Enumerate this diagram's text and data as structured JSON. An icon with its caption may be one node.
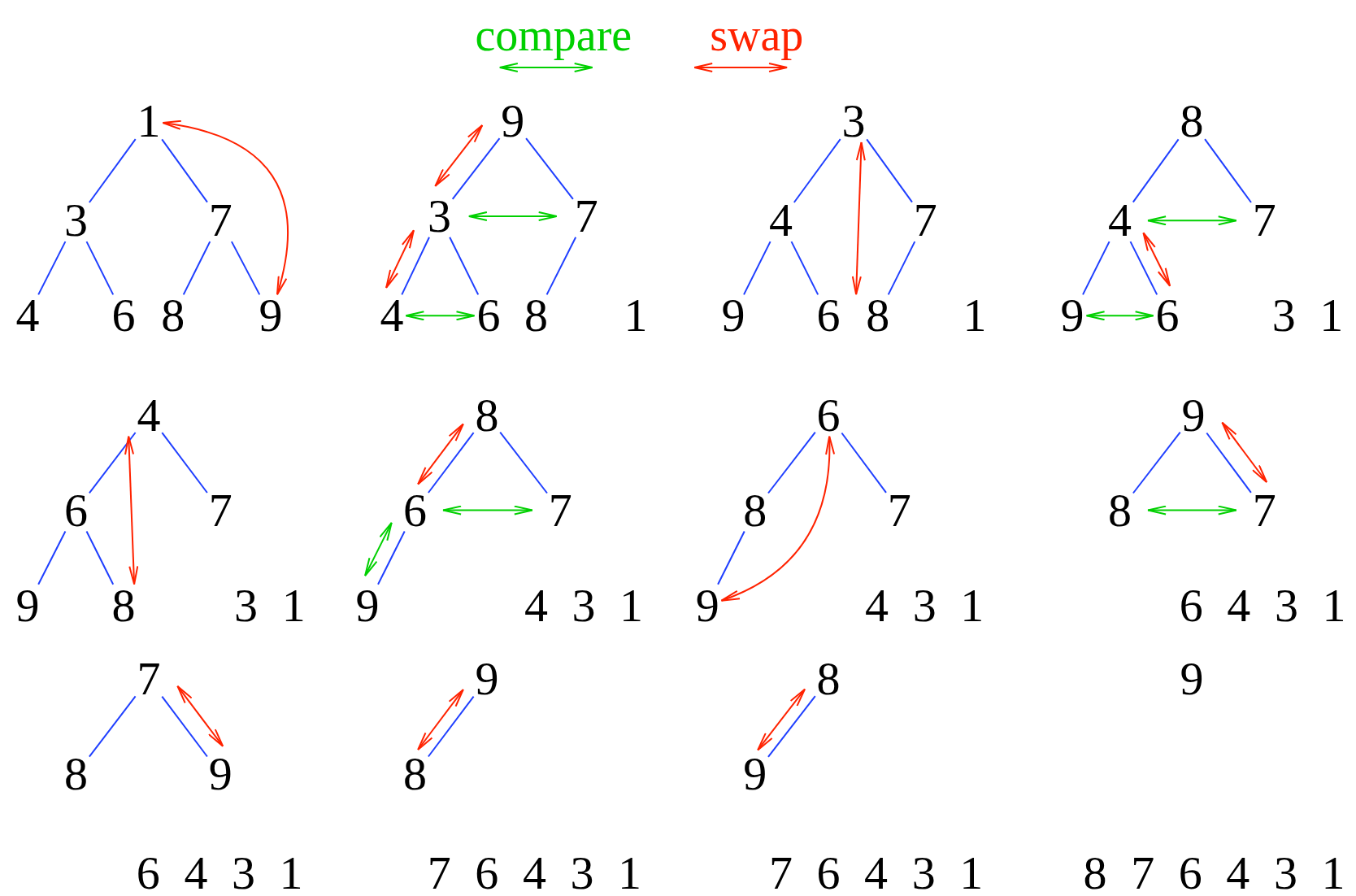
{
  "diagram": {
    "nodes": [
      {
        "text": [
          "1"
        ]
      },
      {
        "text": [
          "3"
        ]
      },
      {
        "text": [
          "7"
        ]
      },
      {
        "text": [
          "4"
        ]
      },
      {
        "text": [
          "6"
        ]
      },
      {
        "text": [
          "8"
        ]
      },
      {
        "text": [
          "9"
        ]
      },
      {
        "text": [
          "9"
        ]
      },
      {
        "text": [
          "3"
        ]
      },
      {
        "text": [
          "7"
        ]
      },
      {
        "text": [
          "4"
        ]
      },
      {
        "text": [
          "6"
        ]
      },
      {
        "text": [
          "8"
        ]
      },
      {
        "text": [
          "3"
        ]
      },
      {
        "text": [
          "4"
        ]
      },
      {
        "text": [
          "7"
        ]
      },
      {
        "text": [
          "9"
        ]
      },
      {
        "text": [
          "6"
        ]
      },
      {
        "text": [
          "8"
        ]
      },
      {
        "text": [
          "8"
        ]
      },
      {
        "text": [
          "4"
        ]
      },
      {
        "text": [
          "7"
        ]
      },
      {
        "text": [
          "9"
        ]
      },
      {
        "text": [
          "6"
        ]
      },
      {
        "text": [
          "4"
        ]
      },
      {
        "text": [
          "6"
        ]
      },
      {
        "text": [
          "7"
        ]
      },
      {
        "text": [
          "9"
        ]
      },
      {
        "text": [
          "8"
        ]
      },
      {
        "text": [
          "8"
        ]
      },
      {
        "text": [
          "6"
        ]
      },
      {
        "text": [
          "7"
        ]
      },
      {
        "text": [
          "9"
        ]
      },
      {
        "text": [
          "6"
        ]
      },
      {
        "text": [
          "8"
        ]
      },
      {
        "text": [
          "7"
        ]
      },
      {
        "text": [
          "9"
        ]
      },
      {
        "text": [
          "9"
        ]
      },
      {
        "text": [
          "8"
        ]
      },
      {
        "text": [
          "7"
        ]
      },
      {
        "text": [
          "7"
        ]
      },
      {
        "text": [
          "8"
        ]
      },
      {
        "text": [
          "9"
        ]
      },
      {
        "text": [
          "9"
        ]
      },
      {
        "text": [
          "8"
        ]
      },
      {
        "text": [
          "8"
        ]
      },
      {
        "text": [
          "9"
        ]
      }
    ],
    "edges": [
      {
        "from": 0,
        "to": 1,
        "arrow": "none"
      },
      {
        "from": 0,
        "to": 2,
        "arrow": "none"
      },
      {
        "from": 1,
        "to": 3,
        "arrow": "none"
      },
      {
        "from": 1,
        "to": 4,
        "arrow": "none"
      },
      {
        "from": 2,
        "to": 5,
        "arrow": "none"
      },
      {
        "from": 2,
        "to": 6,
        "arrow": "none"
      },
      {
        "from": 0,
        "to": 6,
        "arrow": "both",
        "color": "#ff2200"
      },
      {
        "from": 7,
        "to": 8,
        "arrow": "none"
      },
      {
        "from": 7,
        "to": 9,
        "arrow": "none"
      },
      {
        "from": 8,
        "to": 10,
        "arrow": "none"
      },
      {
        "from": 8,
        "to": 11,
        "arrow": "none"
      },
      {
        "from": 9,
        "to": 12,
        "arrow": "none"
      },
      {
        "from": 7,
        "to": 8,
        "arrow": "both",
        "color": "#ff2200"
      },
      {
        "from": 8,
        "to": 10,
        "arrow": "both",
        "color": "#ff2200"
      },
      {
        "from": 8,
        "to": 9,
        "arrow": "both",
        "color": "#00d000"
      },
      {
        "from": 10,
        "to": 11,
        "arrow": "both",
        "color": "#00d000"
      },
      {
        "from": 13,
        "to": 14,
        "arrow": "none"
      },
      {
        "from": 13,
        "to": 15,
        "arrow": "none"
      },
      {
        "from": 14,
        "to": 16,
        "arrow": "none"
      },
      {
        "from": 14,
        "to": 17,
        "arrow": "none"
      },
      {
        "from": 15,
        "to": 18,
        "arrow": "none"
      },
      {
        "from": 13,
        "to": 18,
        "arrow": "both",
        "color": "#ff2200"
      },
      {
        "from": 19,
        "to": 20,
        "arrow": "none"
      },
      {
        "from": 19,
        "to": 21,
        "arrow": "none"
      },
      {
        "from": 20,
        "to": 22,
        "arrow": "none"
      },
      {
        "from": 20,
        "to": 23,
        "arrow": "none"
      },
      {
        "from": 20,
        "to": 21,
        "arrow": "both",
        "color": "#00d000"
      },
      {
        "from": 20,
        "to": 23,
        "arrow": "both",
        "color": "#ff2200"
      },
      {
        "from": 22,
        "to": 23,
        "arrow": "both",
        "color": "#00d000"
      },
      {
        "from": 24,
        "to": 25,
        "arrow": "none"
      },
      {
        "from": 24,
        "to": 26,
        "arrow": "none"
      },
      {
        "from": 25,
        "to": 27,
        "arrow": "none"
      },
      {
        "from": 25,
        "to": 28,
        "arrow": "none"
      },
      {
        "from": 24,
        "to": 28,
        "arrow": "both",
        "color": "#ff2200"
      },
      {
        "from": 29,
        "to": 30,
        "arrow": "none"
      },
      {
        "from": 29,
        "to": 31,
        "arrow": "none"
      },
      {
        "from": 30,
        "to": 32,
        "arrow": "none"
      },
      {
        "from": 29,
        "to": 30,
        "arrow": "both",
        "color": "#ff2200"
      },
      {
        "from": 30,
        "to": 31,
        "arrow": "both",
        "color": "#00d000"
      },
      {
        "from": 30,
        "to": 32,
        "arrow": "both",
        "color": "#00d000"
      },
      {
        "from": 33,
        "to": 34,
        "arrow": "none"
      },
      {
        "from": 33,
        "to": 35,
        "arrow": "none"
      },
      {
        "from": 34,
        "to": 36,
        "arrow": "none"
      },
      {
        "from": 33,
        "to": 36,
        "arrow": "both",
        "color": "#ff2200"
      },
      {
        "from": 37,
        "to": 38,
        "arrow": "none"
      },
      {
        "from": 37,
        "to": 39,
        "arrow": "none"
      },
      {
        "from": 38,
        "to": 39,
        "arrow": "both",
        "color": "#00d000"
      },
      {
        "from": 37,
        "to": 39,
        "arrow": "both",
        "color": "#ff2200"
      },
      {
        "from": 40,
        "to": 41,
        "arrow": "none"
      },
      {
        "from": 40,
        "to": 42,
        "arrow": "none"
      },
      {
        "from": 40,
        "to": 42,
        "arrow": "both",
        "color": "#ff2200"
      },
      {
        "from": 43,
        "to": 44,
        "arrow": "none"
      },
      {
        "from": 43,
        "to": 44,
        "arrow": "both",
        "color": "#ff2200"
      },
      {
        "from": 45,
        "to": 46,
        "arrow": "none"
      },
      {
        "from": 45,
        "to": 46,
        "arrow": "both",
        "color": "#ff2200"
      }
    ],
    "labels": [
      "1",
      "1",
      "3 1",
      "3 1",
      "4 3 1",
      "4 3 1",
      "6 4 3 1",
      "9",
      "6 4 3 1",
      "7 6 4 3 1",
      "7 6 4 3 1",
      "8 7 6 4 3 1"
    ],
    "legend": [
      {
        "text": "compare"
      },
      {
        "text": "swap"
      }
    ]
  }
}
